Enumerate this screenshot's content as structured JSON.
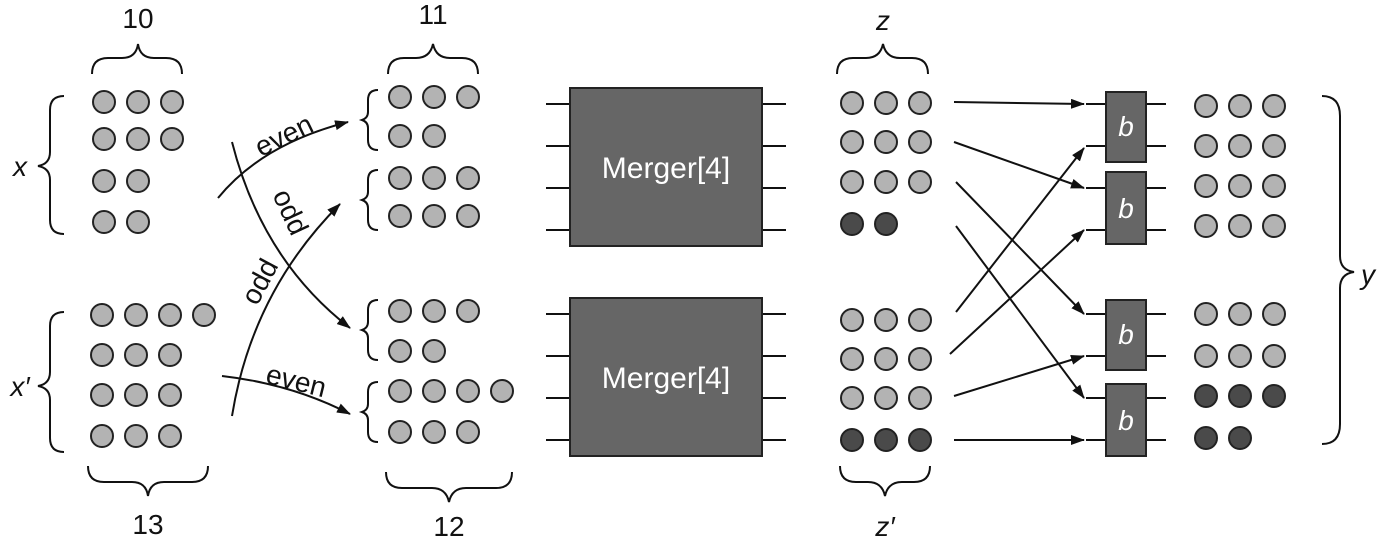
{
  "labels": {
    "x": "x",
    "x_prime": "x′",
    "count_x": "10",
    "count_x_prime": "13",
    "count_top_merge": "11",
    "count_bottom_merge": "12",
    "z": "z",
    "z_prime": "z′",
    "y": "y"
  },
  "edges": {
    "x_even": "even",
    "x_odd": "odd",
    "xp_odd": "odd",
    "xp_even": "even"
  },
  "mergers": {
    "top": "Merger[4]",
    "bottom": "Merger[4]"
  },
  "balancer_label": "b",
  "colors": {
    "light_dot": "#b3b3b3",
    "dark_dot": "#4a4a4a",
    "box": "#666666"
  },
  "groups": [
    {
      "name": "x-rows",
      "rows": [
        3,
        3,
        2,
        2
      ],
      "dark_from_row": null
    },
    {
      "name": "xprime-rows",
      "rows": [
        4,
        3,
        3,
        3
      ],
      "dark_from_row": null
    },
    {
      "name": "merge-top-rows",
      "rows": [
        3,
        2,
        3,
        3
      ],
      "dark_from_row": null
    },
    {
      "name": "merge-bottom-rows",
      "rows": [
        3,
        2,
        4,
        3
      ],
      "dark_from_row": null
    },
    {
      "name": "z-rows",
      "rows": [
        3,
        3,
        3,
        2
      ],
      "dark_from_row": 3
    },
    {
      "name": "zprime-rows",
      "rows": [
        3,
        3,
        3,
        3
      ],
      "dark_from_row": 3
    },
    {
      "name": "y-rows",
      "rows": [
        3,
        3,
        3,
        3,
        3,
        3,
        3,
        2
      ],
      "dark_from_row": 6
    }
  ]
}
